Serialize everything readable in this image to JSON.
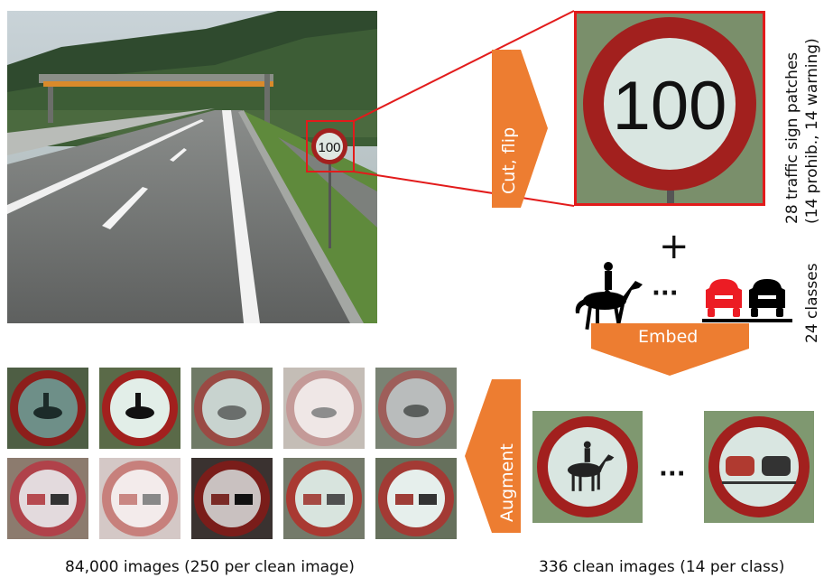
{
  "steps": {
    "cut_flip": "Cut, flip",
    "embed": "Embed",
    "augment": "Augment"
  },
  "labels": {
    "patches_line1": "28 traffic sign patches",
    "patches_line2": "(14 prohib., 14 warning)",
    "classes": "24 classes",
    "plus": "+",
    "ellipsis": "···"
  },
  "captions": {
    "augmented": "84,000 images (250 per clean image)",
    "clean": "336 clean images (14 per class)"
  },
  "sign": {
    "speed_value": "100"
  },
  "colors": {
    "arrow": "#ed7d31",
    "highlight": "#e21b1b",
    "sign_ring": "#a2201e",
    "sign_face": "#d9e6e1",
    "car_red": "#ec1c24"
  }
}
